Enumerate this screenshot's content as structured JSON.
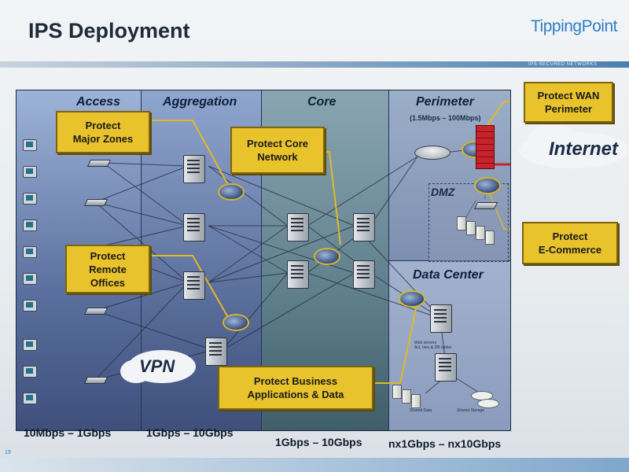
{
  "slide": {
    "title": "IPS Deployment",
    "logo": "TippingPoint",
    "tagline": "IPS-SECURED NETWORKS",
    "number": "19"
  },
  "zones": {
    "access": "Access",
    "aggregation": "Aggregation",
    "core": "Core",
    "perimeter": "Perimeter",
    "perimeter_speed": "(1.5Mbps – 100Mbps)",
    "data_center": "Data Center",
    "dmz": "DMZ"
  },
  "clouds": {
    "internet": "Internet",
    "vpn": "VPN"
  },
  "callouts": {
    "major_zones": "Protect\nMajor Zones",
    "remote_offices": "Protect\nRemote\nOffices",
    "core_network": "Protect Core\nNetwork",
    "business_apps": "Protect Business\nApplications & Data",
    "wan_perimeter": "Protect WAN\nPerimeter",
    "ecommerce": "Protect\nE-Commerce"
  },
  "speeds": {
    "access": "10Mbps – 1Gbps",
    "aggregation": "1Gbps – 10Gbps",
    "core": "1Gbps – 10Gbps",
    "perimeter_dc": "nx1Gbps – nx10Gbps"
  },
  "device_labels": {
    "dc_server_note": "Web servers\nALL tiers & DB tables",
    "shared_data": "Shared Data",
    "shared_storage": "Shared Storage"
  },
  "colors": {
    "callout_fill": "#e8c32c",
    "connector": "#e0b92a",
    "logo_blue": "#2f7fc4",
    "firewall_red": "#c8232a"
  }
}
